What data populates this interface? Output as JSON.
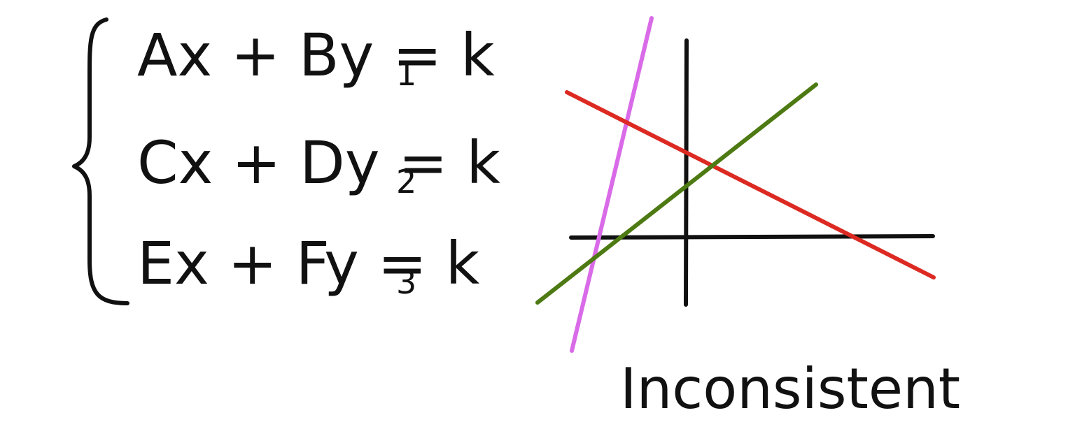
{
  "equations": [
    {
      "lhs": "Ax + By = k",
      "subscript": "1"
    },
    {
      "lhs": "Cx + Dy = k",
      "subscript": "2"
    },
    {
      "lhs": "Ex + Fy = k",
      "subscript": "3"
    }
  ],
  "caption": "Inconsistent",
  "lines": [
    {
      "color": "#d96ae8"
    },
    {
      "color": "#dc2a22"
    },
    {
      "color": "#4d7a12"
    }
  ],
  "axis_color": "#111111"
}
